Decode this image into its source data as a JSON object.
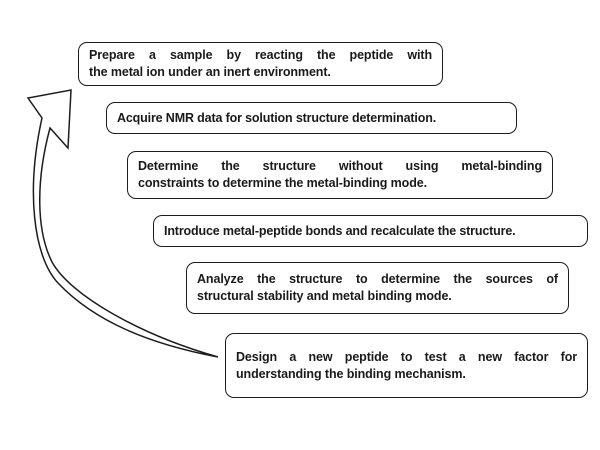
{
  "diagram": {
    "type": "process-flow-with-feedback-arrow",
    "background_color": "#ffffff",
    "box_border_color": "#1d1d1d",
    "text_color": "#1a1a1a",
    "arrow": {
      "description": "Curved arrow looping from the last step back up to the first step",
      "fill": "#ffffff",
      "stroke": "#1d1d1d"
    },
    "steps": [
      {
        "text": "Prepare a sample by reacting the peptide with the metal ion under an inert environment.",
        "lines": [
          "Prepare a sample by reacting the peptide with",
          "the metal ion under an inert environment."
        ]
      },
      {
        "text": "Acquire NMR data for solution structure determination.",
        "lines": [
          "Acquire NMR data for solution structure determination."
        ]
      },
      {
        "text": "Determine the structure without using metal-binding constraints to determine the metal-binding mode.",
        "lines": [
          "Determine the structure without using metal-binding",
          "constraints to determine the metal-binding mode."
        ]
      },
      {
        "text": "Introduce metal-peptide bonds and recalculate the structure.",
        "lines": [
          "Introduce metal-peptide bonds and recalculate the structure."
        ]
      },
      {
        "text": "Analyze the structure to determine the sources of structural stability and metal binding mode.",
        "lines": [
          "Analyze the structure to determine the sources of",
          "structural stability and metal binding mode."
        ]
      },
      {
        "text": "Design a new peptide to test a new factor for understanding the binding mechanism.",
        "lines": [
          "Design a new peptide to test a new factor for",
          "understanding the binding mechanism."
        ]
      }
    ]
  }
}
